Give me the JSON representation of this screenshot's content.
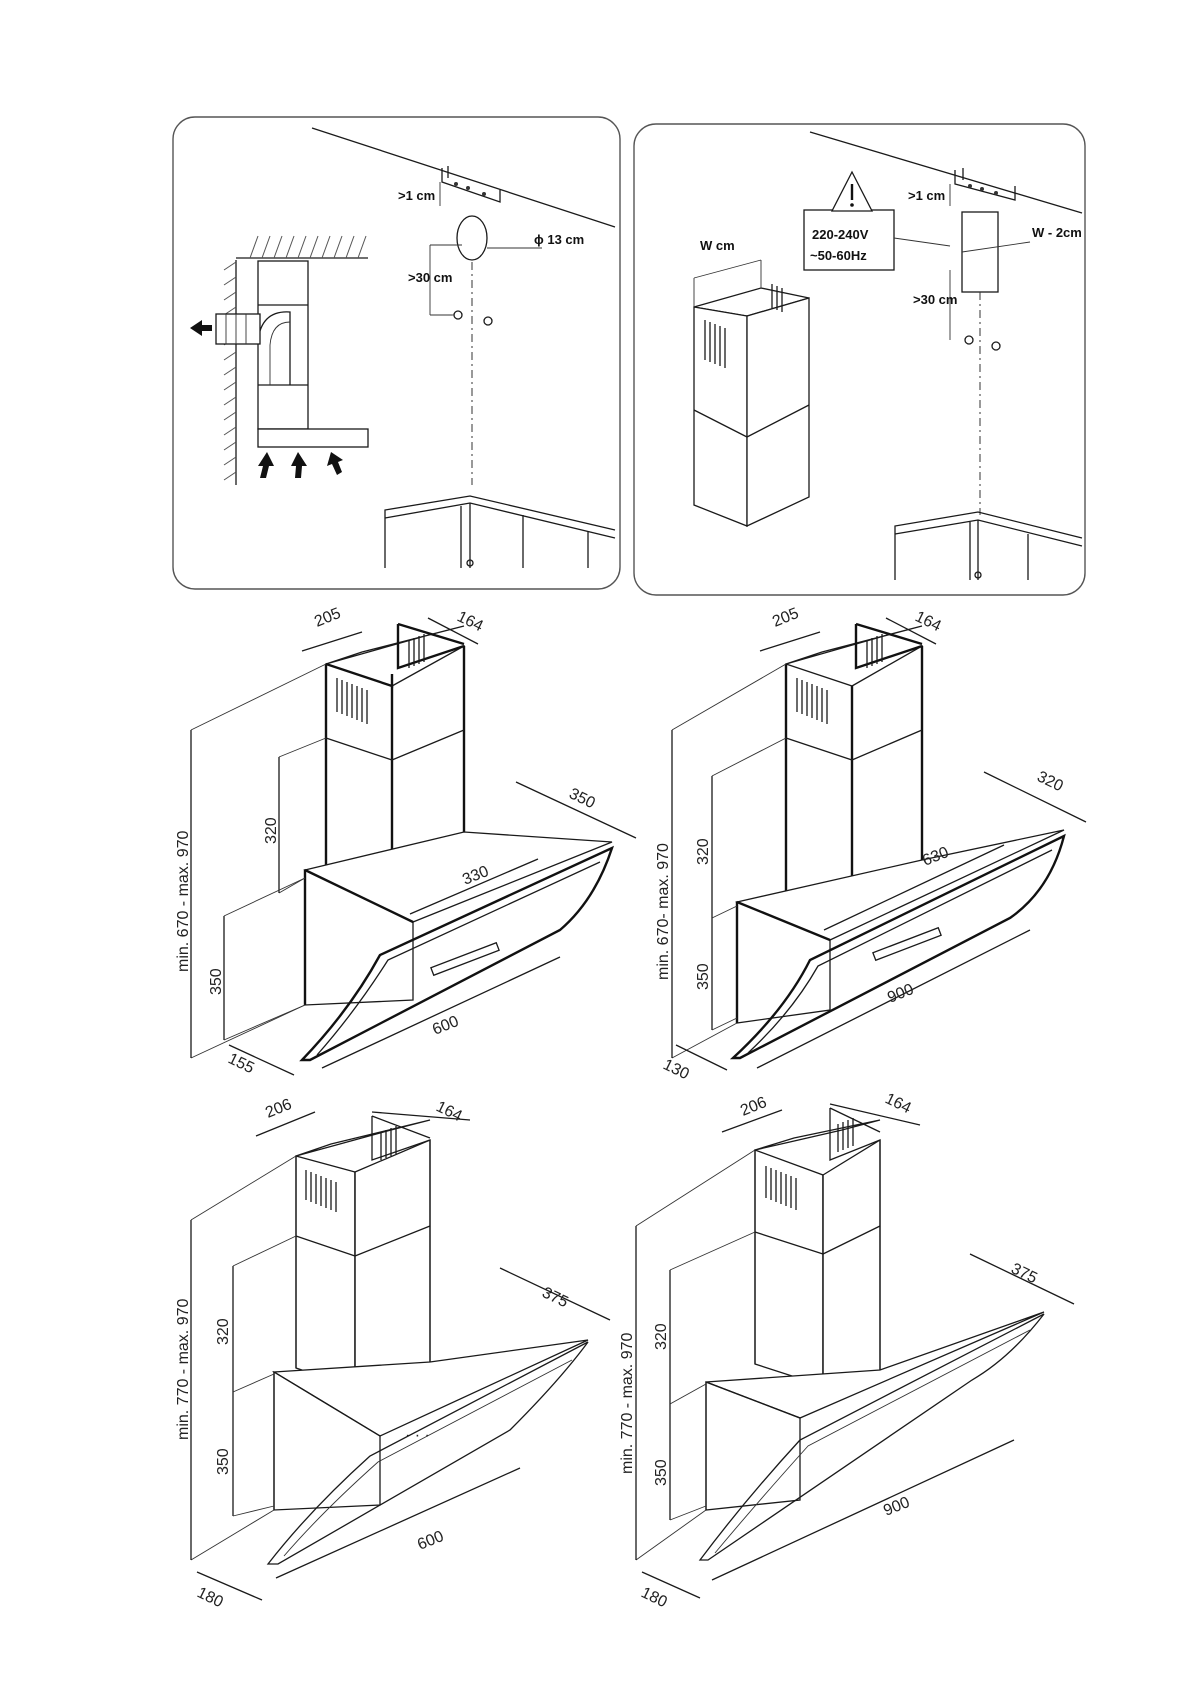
{
  "install_left": {
    "gap_top": ">1 cm",
    "duct_diameter": "ϕ 13 cm",
    "gap_screws": ">30 cm"
  },
  "install_right": {
    "chimney_width": "W cm",
    "voltage": "220-240V",
    "frequency": "~50-60Hz",
    "gap_top": ">1 cm",
    "bracket_width": "W - 2cm",
    "gap_screws": ">30 cm"
  },
  "hood_a": {
    "top_width": "205",
    "top_depth": "164",
    "chimney_h": "320",
    "height_range": "min. 670 - max. 970",
    "body_h": "350",
    "depth_top": "350",
    "inner": "330",
    "width": "600",
    "base_depth": "155"
  },
  "hood_b": {
    "top_width": "205",
    "top_depth": "164",
    "chimney_h": "320",
    "height_range": "min. 670- max. 970",
    "body_h": "350",
    "depth_top": "320",
    "inner": "630",
    "width": "900",
    "base_depth": "130"
  },
  "hood_c": {
    "top_width": "206",
    "top_depth": "164",
    "chimney_h": "320",
    "height_range": "min. 770 - max. 970",
    "body_h": "350",
    "depth_top": "375",
    "width": "600",
    "base_depth": "180"
  },
  "hood_d": {
    "top_width": "206",
    "top_depth": "164",
    "chimney_h": "320",
    "height_range": "min. 770 - max. 970",
    "body_h": "350",
    "depth_top": "375",
    "width": "900",
    "base_depth": "180"
  }
}
